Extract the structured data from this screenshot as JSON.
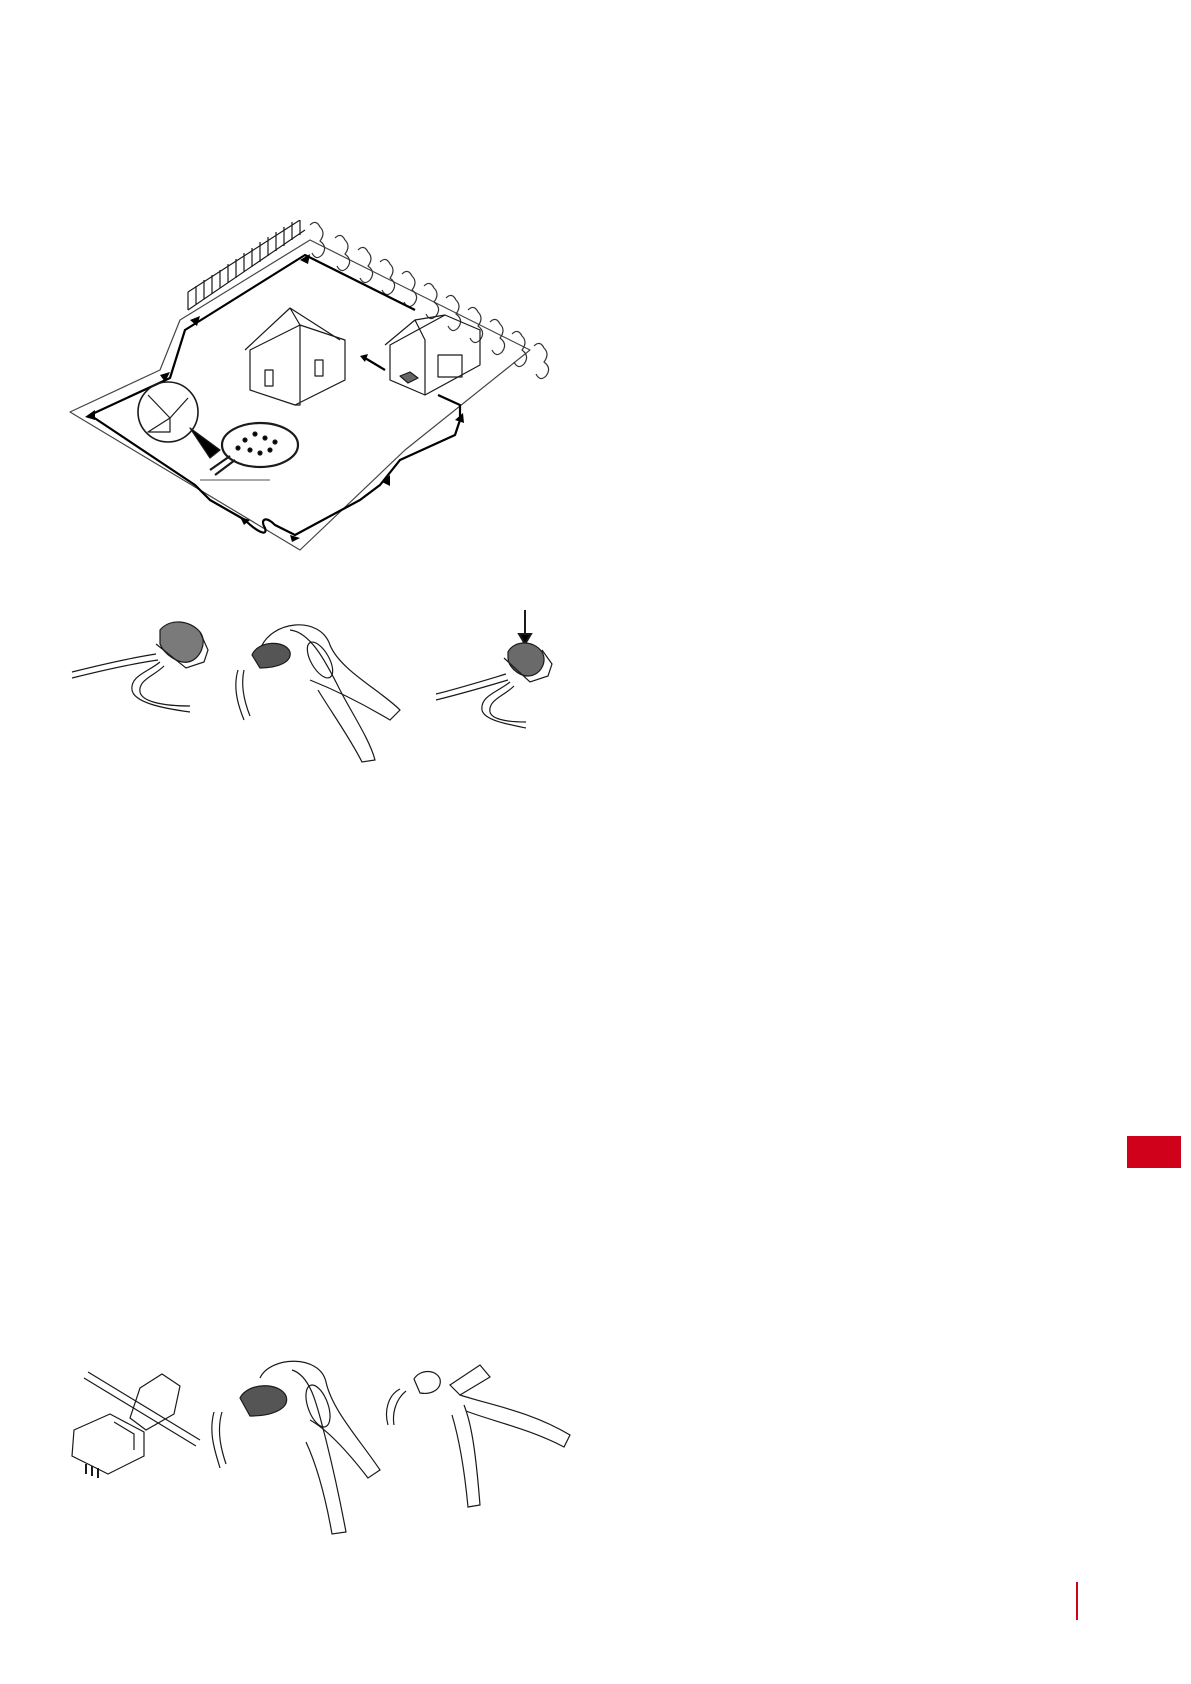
{
  "page": {
    "background": "#ffffff",
    "line_color": "#1a1a1a",
    "accent_color": "#d0021b"
  },
  "figures": [
    {
      "name": "garden-layout-illustration",
      "icons": [
        "house-icon",
        "garage-icon",
        "robot-mower-icon",
        "fence-icon",
        "hedge-icon",
        "flowerbed-icon",
        "magnifier-detail-icon"
      ]
    },
    {
      "name": "connector-step-1",
      "icons": [
        "wire-connector-icon"
      ]
    },
    {
      "name": "connector-step-2",
      "icons": [
        "pliers-icon",
        "wire-connector-icon"
      ]
    },
    {
      "name": "connector-step-3",
      "icons": [
        "press-arrow-icon",
        "wire-connector-icon"
      ]
    },
    {
      "name": "repair-step-1",
      "icons": [
        "splice-coupler-icon"
      ]
    },
    {
      "name": "repair-step-2",
      "icons": [
        "pliers-icon",
        "splice-coupler-icon"
      ]
    },
    {
      "name": "repair-step-3",
      "icons": [
        "cutting-pliers-icon"
      ]
    }
  ],
  "side_tab": {
    "color": "#d0021b"
  },
  "footer": {
    "rule_color": "#d0021b"
  }
}
